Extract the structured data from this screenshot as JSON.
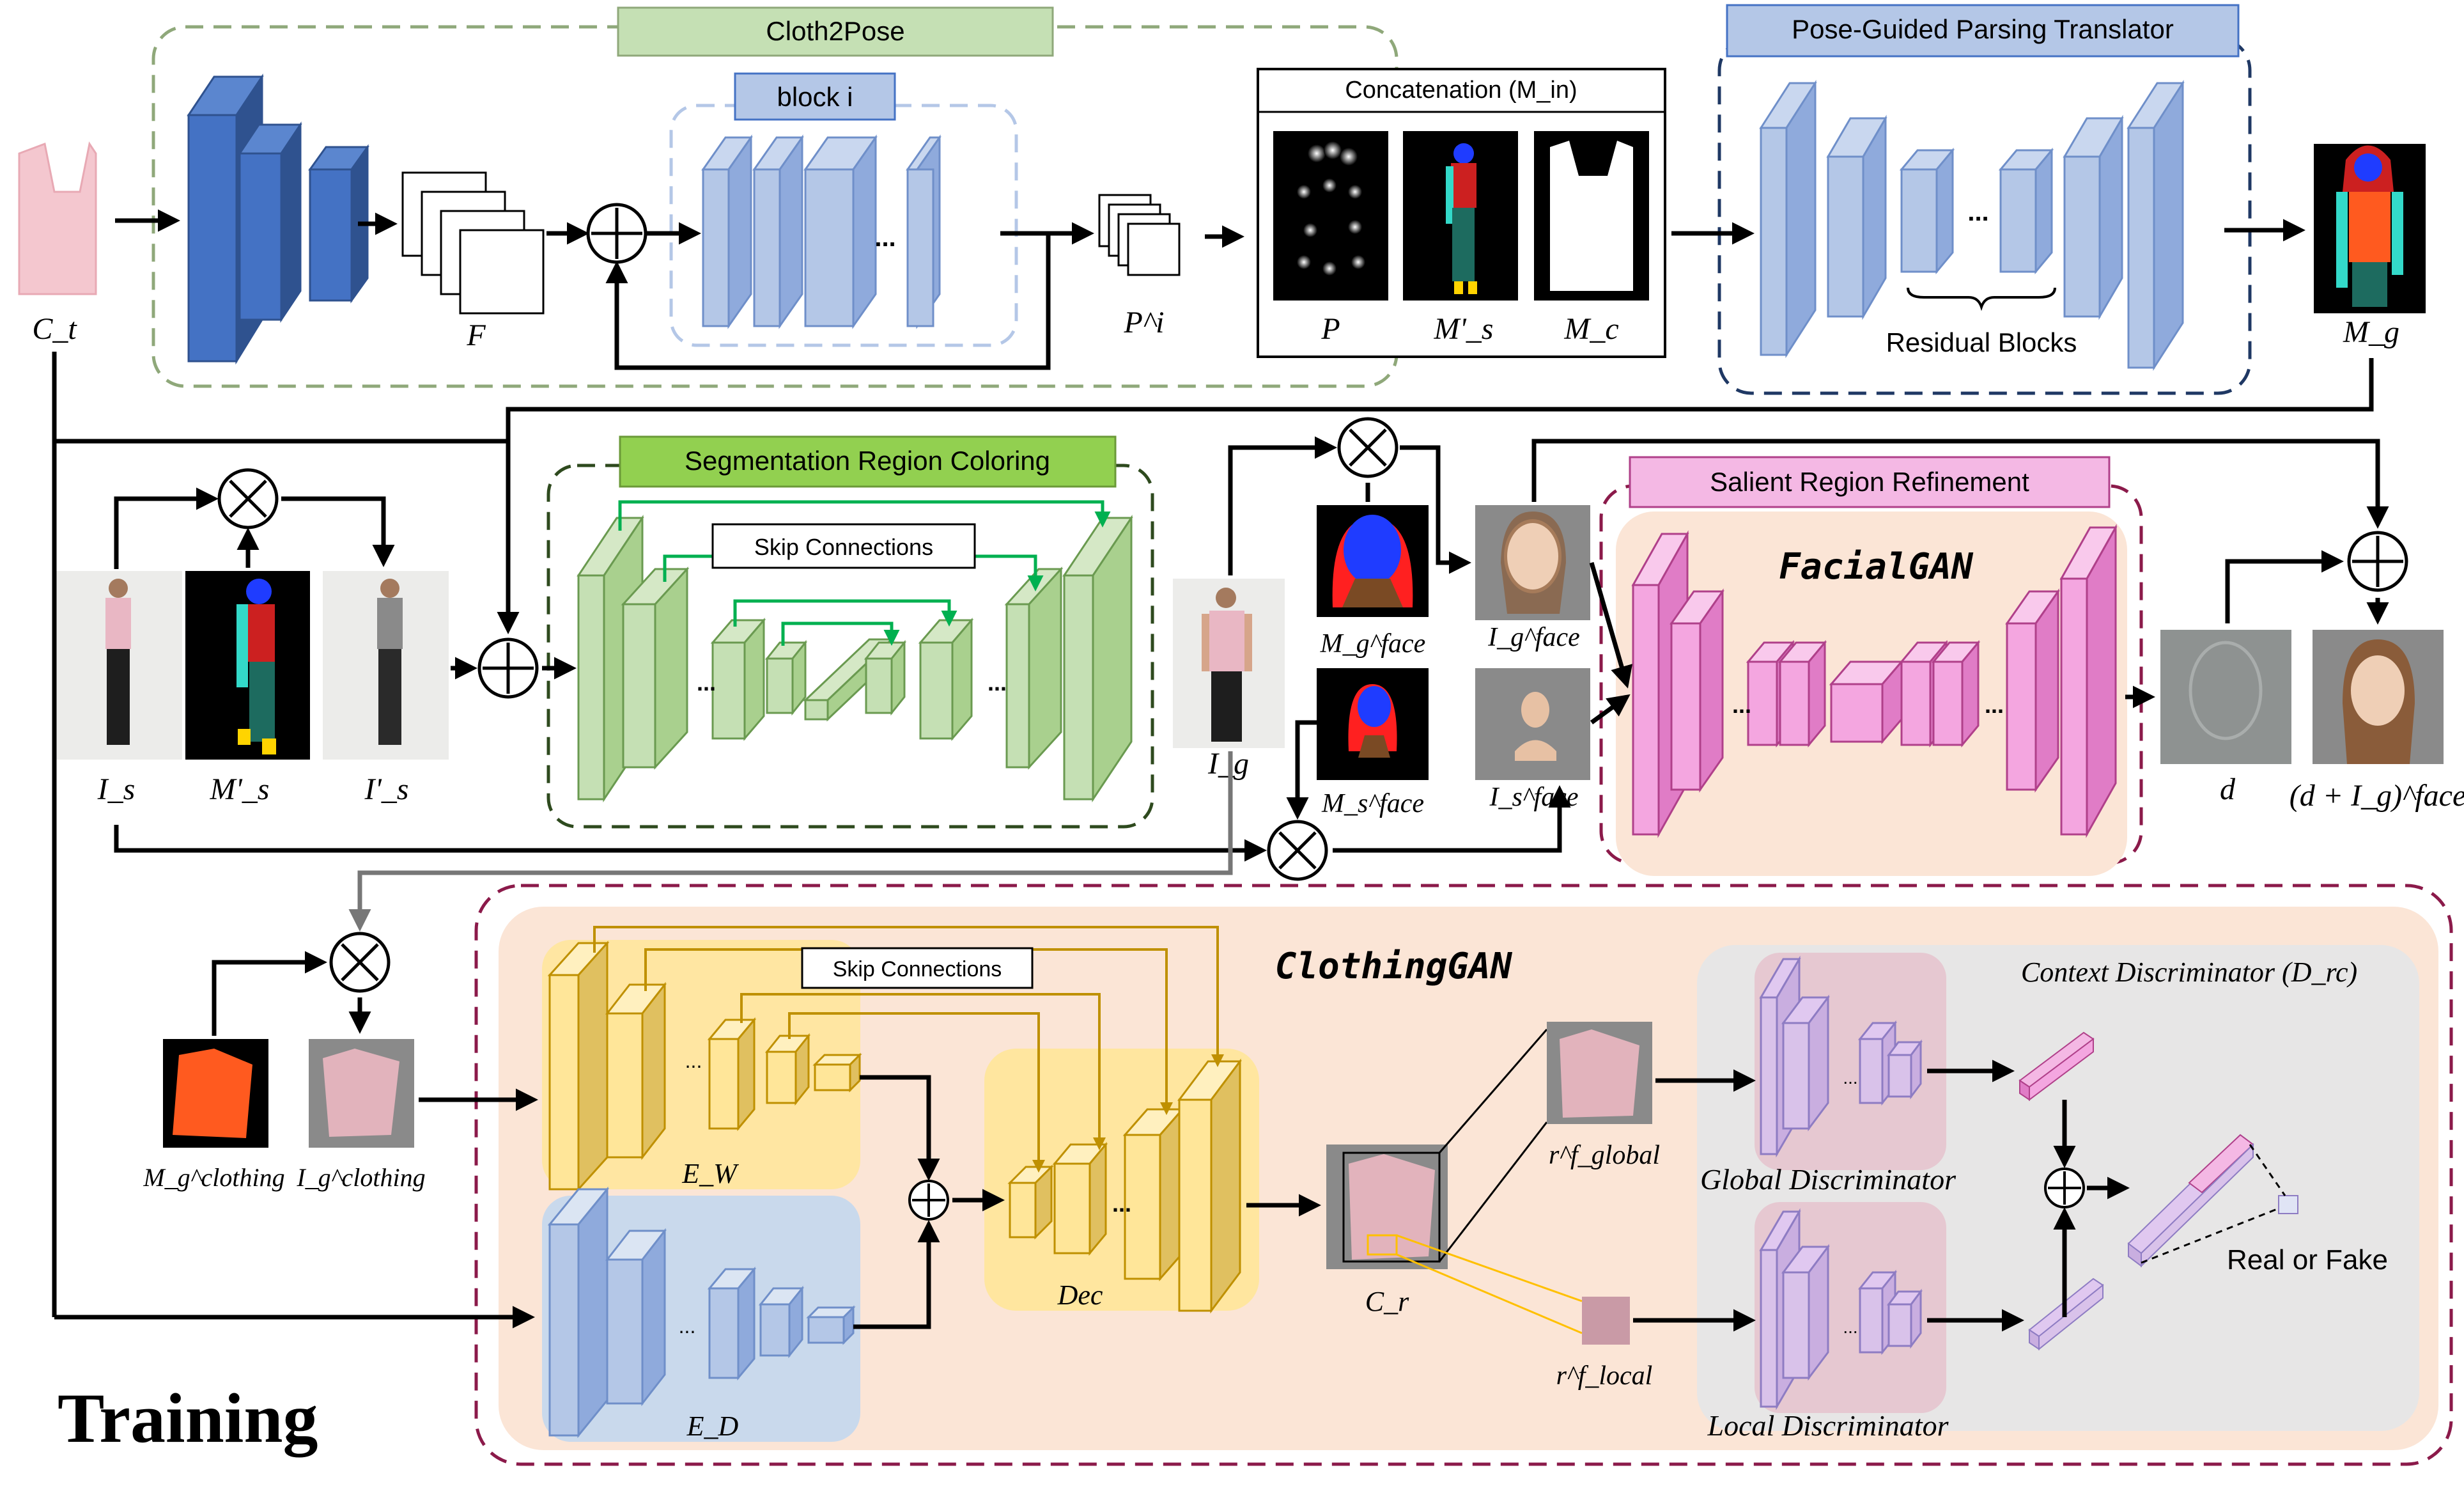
{
  "modules": {
    "cloth2pose": "Cloth2Pose",
    "block_i": "block i",
    "concat": "Concatenation (M_in)",
    "ppt": "Pose-Guided Parsing Translator",
    "residual": "Residual Blocks",
    "src": "Segmentation Region Coloring",
    "skip1": "Skip Connections",
    "srr": "Salient Region Refinement",
    "facialgan": "FacialGAN",
    "clothinggan": "ClothingGAN",
    "skip2": "Skip Connections",
    "context_disc": "Context Discriminator (D_rc)",
    "global_disc": "Global Discriminator",
    "local_disc": "Local Discriminator",
    "real_fake": "Real or Fake",
    "training": "Training"
  },
  "labels": {
    "ct": "C_t",
    "f": "F",
    "pi": "P^i",
    "p": "P",
    "ms_prime": "M'_s",
    "mc": "M_c",
    "mg": "M_g",
    "is": "I_s",
    "ms_prime2": "M'_s",
    "is_prime": "I'_s",
    "ig": "I_g",
    "mg_face": "M_g^face",
    "ms_face": "M_s^face",
    "ig_face": "I_g^face",
    "is_face": "I_s^face",
    "d": "d",
    "d_ig_face": "(d + I_g)^face",
    "mg_clothing": "M_g^clothing",
    "ig_clothing": "I_g^clothing",
    "ew": "E_W",
    "ed": "E_D",
    "dec": "Dec",
    "cr": "C_r",
    "r_global": "r^f_global",
    "r_local": "r^f_local",
    "dots": "..."
  },
  "colors": {
    "green_dashed": "#8fa87a",
    "navy_dashed": "#1f3864",
    "dark_green_dashed": "#2e4a1e",
    "maroon_dashed": "#8b1a4a",
    "blue_block": "#4472c4",
    "light_blue_block": "#b4c7e7",
    "green_block": "#c5e0b4",
    "pink_block": "#f4a6e0",
    "yellow_block": "#ffe699",
    "label_green": "#c5e0b4",
    "label_blue": "#b4c7e7",
    "label_bright_green": "#92d050",
    "label_pink": "#f4b8e4",
    "skin": "#fbe5d6",
    "gray_panel": "#e7e6e6",
    "skip_green": "#00b050",
    "skip_gold": "#bf9000"
  }
}
